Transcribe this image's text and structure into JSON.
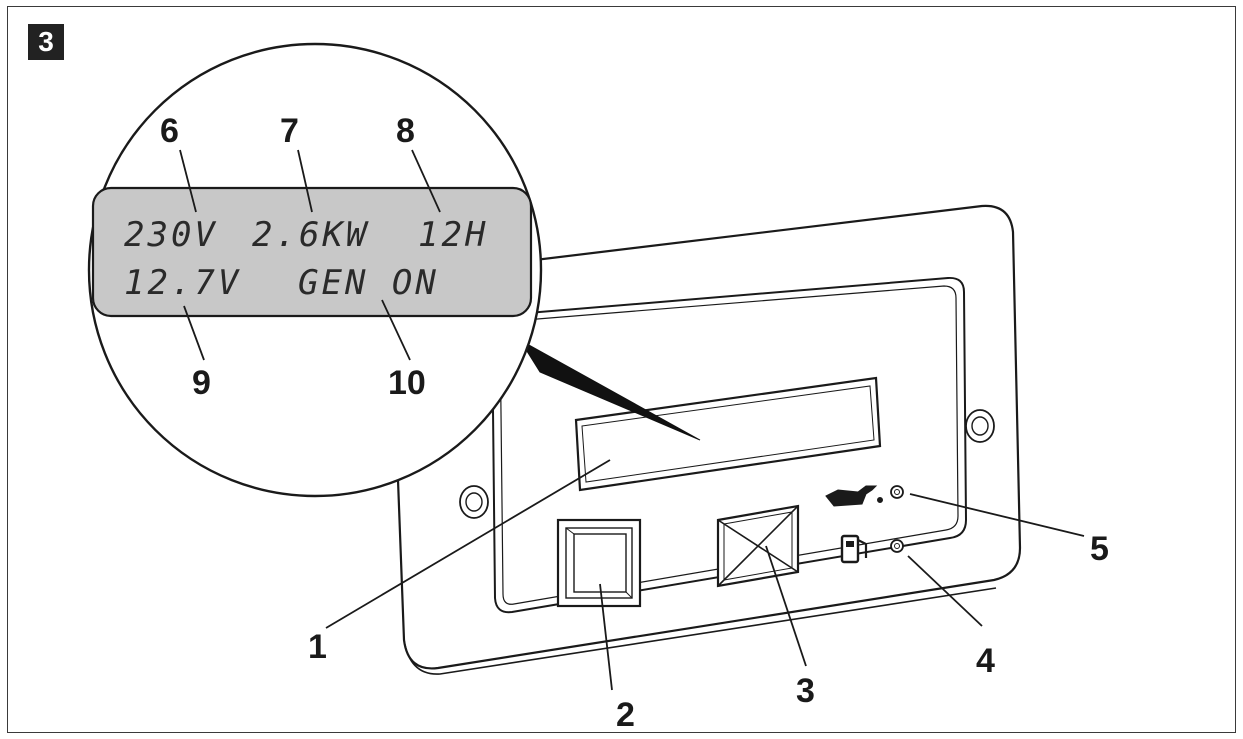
{
  "figure": {
    "number": "3"
  },
  "lcd": {
    "line1": {
      "voltage": "230V",
      "power": "2.6KW",
      "hours": "12H"
    },
    "line2": {
      "battery": "12.7V",
      "status": "GEN ON"
    }
  },
  "callouts": {
    "c1": "1",
    "c2": "2",
    "c3": "3",
    "c4": "4",
    "c5": "5",
    "c6": "6",
    "c7": "7",
    "c8": "8",
    "c9": "9",
    "c10": "10"
  },
  "icons": {
    "oil_indicator": "oil-can-icon",
    "fuel_indicator": "fuel-pump-icon"
  },
  "colors": {
    "lcd_background": "#c8c8c8",
    "line": "#1a1a1a",
    "badge": "#222222"
  }
}
